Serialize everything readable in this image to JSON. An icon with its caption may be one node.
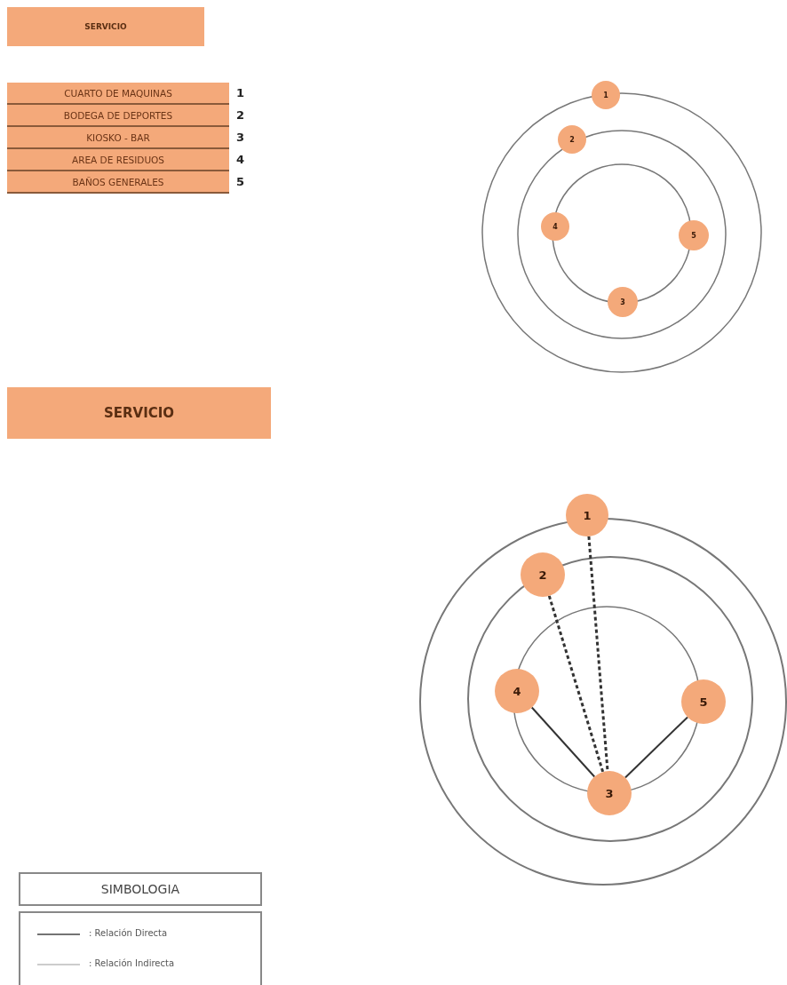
{
  "diagram": {
    "nodes": [
      {
        "text": [
          "SERVICIO"
        ]
      },
      {
        "text": [
          "CUARTO DE MAQUINAS"
        ],
        "beside": [
          "1"
        ]
      },
      {
        "text": [
          "BODEGA DE DEPORTES"
        ],
        "beside": [
          "2"
        ]
      },
      {
        "text": [
          "KIOSKO - BAR"
        ],
        "beside": [
          "3"
        ]
      },
      {
        "text": [
          "AREA DE RESIDUOS"
        ],
        "beside": [
          "4"
        ]
      },
      {
        "text": [
          "BAÑOS GENERALES"
        ],
        "beside": [
          "5"
        ]
      },
      {
        "text": [
          "1"
        ]
      },
      {
        "text": [
          "2"
        ]
      },
      {
        "text": [
          "4"
        ]
      },
      {
        "text": [
          "5"
        ]
      },
      {
        "text": [
          "3"
        ]
      },
      {
        "text": [
          "SERVICIO"
        ]
      },
      {
        "text": [
          "1"
        ]
      },
      {
        "text": [
          "2"
        ]
      },
      {
        "text": [
          "4"
        ]
      },
      {
        "text": [
          "5"
        ]
      },
      {
        "text": [
          "3"
        ]
      }
    ],
    "edges": [
      {
        "from": 13,
        "to": 16,
        "arrow": "none",
        "style": "dashed"
      },
      {
        "from": 12,
        "to": 16,
        "arrow": "none",
        "style": "dashed"
      },
      {
        "from": 14,
        "to": 16,
        "arrow": "none"
      },
      {
        "from": 15,
        "to": 16,
        "arrow": "none"
      }
    ],
    "labels": [
      "SIMBOLOGIA"
    ],
    "legend": [
      {
        "text": ": Relación Directa"
      },
      {
        "text": ": Relación Indirecta"
      }
    ]
  }
}
